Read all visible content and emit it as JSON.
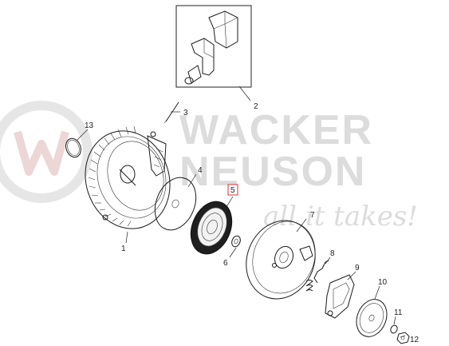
{
  "watermark": {
    "brand_line1": "WACKER",
    "brand_line2": "NEUSON",
    "slogan": "all it takes!",
    "color": "#dcdcdc",
    "accent": "#e8c8c8"
  },
  "callouts": [
    {
      "id": "1",
      "label": "1"
    },
    {
      "id": "2",
      "label": "2"
    },
    {
      "id": "3",
      "label": "3"
    },
    {
      "id": "4",
      "label": "4"
    },
    {
      "id": "5",
      "label": "5",
      "highlighted": true,
      "highlight_color": "#e03030"
    },
    {
      "id": "6",
      "label": "6"
    },
    {
      "id": "7",
      "label": "7"
    },
    {
      "id": "8",
      "label": "8"
    },
    {
      "id": "9",
      "label": "9"
    },
    {
      "id": "10",
      "label": "10"
    },
    {
      "id": "11",
      "label": "11"
    },
    {
      "id": "12",
      "label": "12"
    },
    {
      "id": "13",
      "label": "13"
    }
  ]
}
